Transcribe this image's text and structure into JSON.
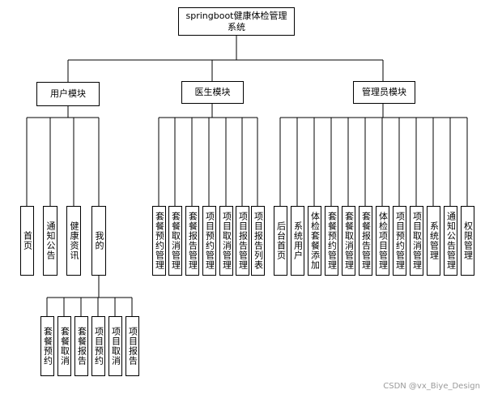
{
  "diagram": {
    "title": "springboot健康体检管理系统",
    "user_module": {
      "label": "用户模块",
      "items": [
        "首页",
        "通知公告",
        "健康资讯",
        "我的"
      ]
    },
    "doctor_module": {
      "label": "医生模块",
      "items": [
        "套餐预约管理",
        "套餐取消管理",
        "套餐报告管理",
        "项目预约管理",
        "项目取消管理",
        "项目报告管理",
        "项目报告列表"
      ]
    },
    "admin_module": {
      "label": "管理员模块",
      "items": [
        "后台首页",
        "系统用户",
        "体检套餐添加",
        "套餐预约管理",
        "套餐取消管理",
        "套餐报告管理",
        "体检项目管理",
        "项目预约管理",
        "项目取消管理",
        "系统管理",
        "通知公告管理",
        "权限管理"
      ]
    },
    "mine_items": [
      "套餐预约",
      "套餐取消",
      "套餐报告",
      "项目预约",
      "项目取消",
      "项目报告"
    ]
  },
  "watermark": "CSDN @vx_Biye_Design"
}
